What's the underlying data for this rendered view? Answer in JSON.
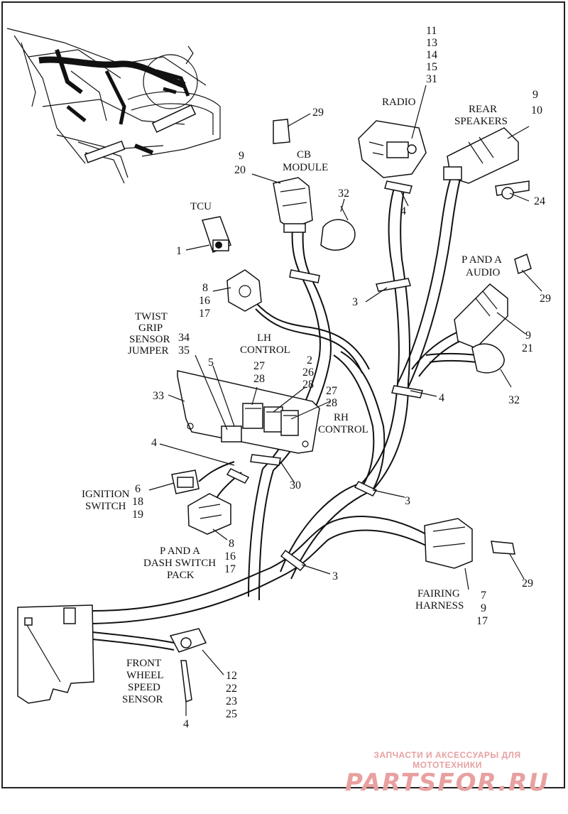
{
  "colors": {
    "line": "#111111",
    "watermark": "#e8a0a0",
    "frame": "#222222"
  },
  "labels": {
    "radio": "RADIO",
    "rear_speakers_1": "REAR",
    "rear_speakers_2": "SPEAKERS",
    "cb_module_1": "CB",
    "cb_module_2": "MODULE",
    "tcu": "TCU",
    "p_and_a_audio_1": "P AND A",
    "p_and_a_audio_2": "AUDIO",
    "twist_1": "TWIST",
    "twist_2": "GRIP",
    "twist_3": "SENSOR",
    "twist_4": "JUMPER",
    "lh_control_1": "LH",
    "lh_control_2": "CONTROL",
    "rh_control_1": "RH",
    "rh_control_2": "CONTROL",
    "ignition_1": "IGNITION",
    "ignition_2": "SWITCH",
    "dash_1": "P AND A",
    "dash_2": "DASH SWITCH",
    "dash_3": "PACK",
    "fairing_1": "FAIRING",
    "fairing_2": "HARNESS",
    "fws_1": "FRONT",
    "fws_2": "WHEEL",
    "fws_3": "SPEED",
    "fws_4": "SENSOR"
  },
  "callouts": {
    "radio_nums": [
      "11",
      "13",
      "14",
      "15",
      "31"
    ],
    "speaker_nums": [
      "9",
      "10"
    ],
    "n29_top": "29",
    "cb_nums": [
      "9",
      "20"
    ],
    "n32_top": "32",
    "n24": "24",
    "n4_radio": "4",
    "n1": "1",
    "n29_audio": "29",
    "tcu_conn_nums": [
      "8",
      "16",
      "17"
    ],
    "n3_upper": "3",
    "n9_21": [
      "9",
      "21"
    ],
    "twist_nums": [
      "34",
      "35"
    ],
    "n5": "5",
    "lh_nums": [
      "27",
      "28"
    ],
    "rh_nums_a": [
      "2",
      "26",
      "28"
    ],
    "rh_nums_b": [
      "27",
      "28"
    ],
    "n33": "33",
    "n4_mid": "4",
    "n32_mid": "32",
    "n4_left": "4",
    "n30": "30",
    "ign_nums": [
      "6",
      "18",
      "19"
    ],
    "n3_mid": "3",
    "dash_nums": [
      "8",
      "16",
      "17"
    ],
    "n3_lower": "3",
    "n29_lower": "29",
    "fairing_nums": [
      "7",
      "9",
      "17"
    ],
    "fws_nums": [
      "12",
      "22",
      "23",
      "25"
    ],
    "n4_bottom": "4"
  },
  "watermark": {
    "tagline": "ЗАПЧАСТИ И АКСЕССУАРЫ ДЛЯ МОТОТЕХНИКИ",
    "brand": "PARTSFOR.RU"
  }
}
